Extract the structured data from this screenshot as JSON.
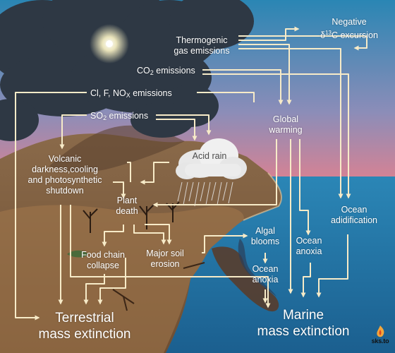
{
  "colors": {
    "sky_top": "#2d86b3",
    "sky_bottom": "#f07f86",
    "ocean": "#2579a8",
    "land": "#7a5a3c",
    "arrow": "#f7ebc8",
    "cloud": "#2e3844"
  },
  "labels": {
    "thermogenic_line1": "Thermogenic",
    "thermogenic_line2": "gas emissions",
    "negative_line1": "Negative",
    "negative_delta": "δ",
    "negative_sup": "13",
    "negative_rest": "C excursion",
    "co2_main": "CO",
    "co2_sub": "2",
    "co2_rest": " emissions",
    "clfnox_main": "Cl, F, NO",
    "clfnox_sub": "X",
    "clfnox_rest": " emissions",
    "so2_main": "SO",
    "so2_sub": "2",
    "so2_rest": " emissions",
    "global_line1": "Global",
    "global_line2": "warming",
    "acid_rain": "Acid rain",
    "volcanic_line1": "Volcanic",
    "volcanic_line2": "darkness,cooling",
    "volcanic_line3": "and photosynthetic",
    "volcanic_line4": "shutdown",
    "plant_line1": "Plant",
    "plant_line2": "death",
    "ocean_acid_line1": "Ocean",
    "ocean_acid_line2": "adidification",
    "algal_line1": "Algal",
    "algal_line2": "blooms",
    "anoxia_right_line1": "Ocean",
    "anoxia_right_line2": "anoxia",
    "anoxia_left_line1": "Ocean",
    "anoxia_left_line2": "anoxia",
    "food_line1": "Food chain",
    "food_line2": "collapse",
    "soil_line1": "Major soil",
    "soil_line2": "erosion",
    "terrestrial_line1": "Terrestrial",
    "terrestrial_line2": "mass extinction",
    "marine_line1": "Marine",
    "marine_line2": "mass extinction"
  },
  "logo": {
    "text": "sks.to",
    "icon": "skeptical-science-flame-icon"
  }
}
